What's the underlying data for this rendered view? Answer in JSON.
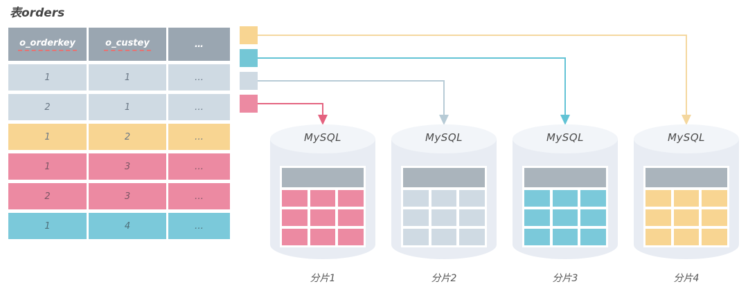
{
  "title": "表orders",
  "table": {
    "headers": [
      "o_orderkey",
      "o_custey",
      "…"
    ],
    "rows": [
      {
        "color": "gray",
        "cells": [
          "1",
          "1",
          "…"
        ]
      },
      {
        "color": "gray",
        "cells": [
          "2",
          "1",
          "…"
        ]
      },
      {
        "color": "yellow",
        "cells": [
          "1",
          "2",
          "…"
        ]
      },
      {
        "color": "pink",
        "cells": [
          "1",
          "3",
          "…"
        ]
      },
      {
        "color": "pink",
        "cells": [
          "2",
          "3",
          "…"
        ]
      },
      {
        "color": "cyan",
        "cells": [
          "1",
          "4",
          "…"
        ]
      }
    ]
  },
  "legend": [
    {
      "name": "yellow-swatch",
      "hex": "#f8d592"
    },
    {
      "name": "cyan-swatch",
      "hex": "#74c7d6"
    },
    {
      "name": "gray-swatch",
      "hex": "#cfdae3"
    },
    {
      "name": "pink-swatch",
      "hex": "#ec8aa2"
    }
  ],
  "shards": [
    {
      "db_label": "MySQL",
      "name": "分片1",
      "color": "pink"
    },
    {
      "db_label": "MySQL",
      "name": "分片2",
      "color": "gray"
    },
    {
      "db_label": "MySQL",
      "name": "分片3",
      "color": "cyan"
    },
    {
      "db_label": "MySQL",
      "name": "分片4",
      "color": "yellow"
    }
  ],
  "colors": {
    "table_header_bg": "#9aa6b1",
    "row_gray": "#cfdae3",
    "row_yellow": "#f8d592",
    "row_pink": "#ec8aa2",
    "row_cyan": "#7bc9da",
    "arrow_yellow": "#f4d79e",
    "arrow_cyan": "#62c3d5",
    "arrow_gray": "#b7cbd6",
    "arrow_pink": "#e4627f",
    "cylinder_body": "#e8ecf3",
    "cylinder_top": "#f2f5f9",
    "mini_table_header": "#aab4bc",
    "header_underline": "#e57373"
  }
}
